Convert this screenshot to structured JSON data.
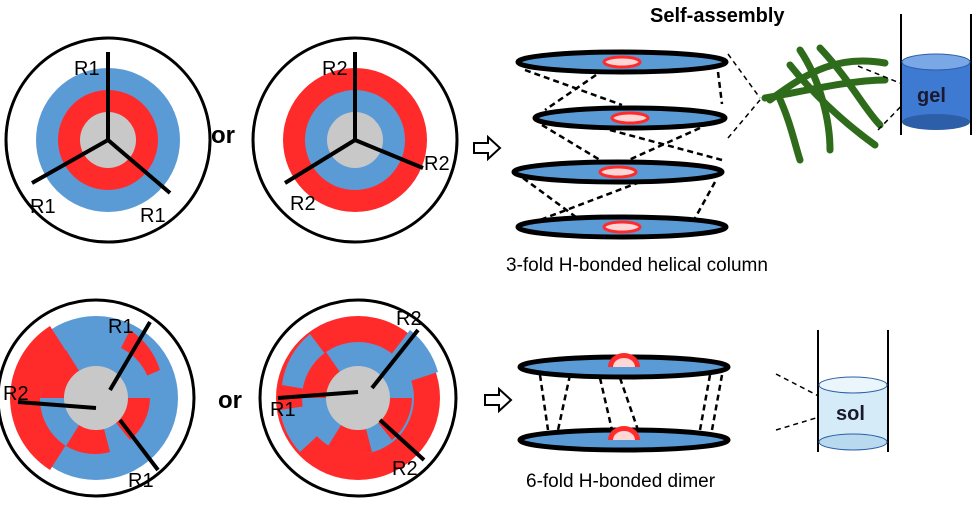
{
  "colors": {
    "blue": "#5b9bd5",
    "red": "#ff2b2b",
    "gray": "#c8c8c8",
    "outline": "#000000",
    "fiber": "#2e6b1a",
    "gel": "#3f7ad2",
    "sol": "#d6ebf8"
  },
  "title": "Self-assembly",
  "connector": "or",
  "top_row": {
    "motif_a": {
      "labels": [
        "R1",
        "R1",
        "R1"
      ]
    },
    "motif_b": {
      "labels": [
        "R2",
        "R2",
        "R2"
      ]
    },
    "caption": "3-fold H-bonded helical column",
    "state_label": "gel"
  },
  "bottom_row": {
    "motif_a": {
      "labels": [
        "R1",
        "R2",
        "R1"
      ]
    },
    "motif_b": {
      "labels": [
        "R2",
        "R1",
        "R2"
      ]
    },
    "caption": "6-fold H-bonded dimer",
    "state_label": "sol"
  }
}
